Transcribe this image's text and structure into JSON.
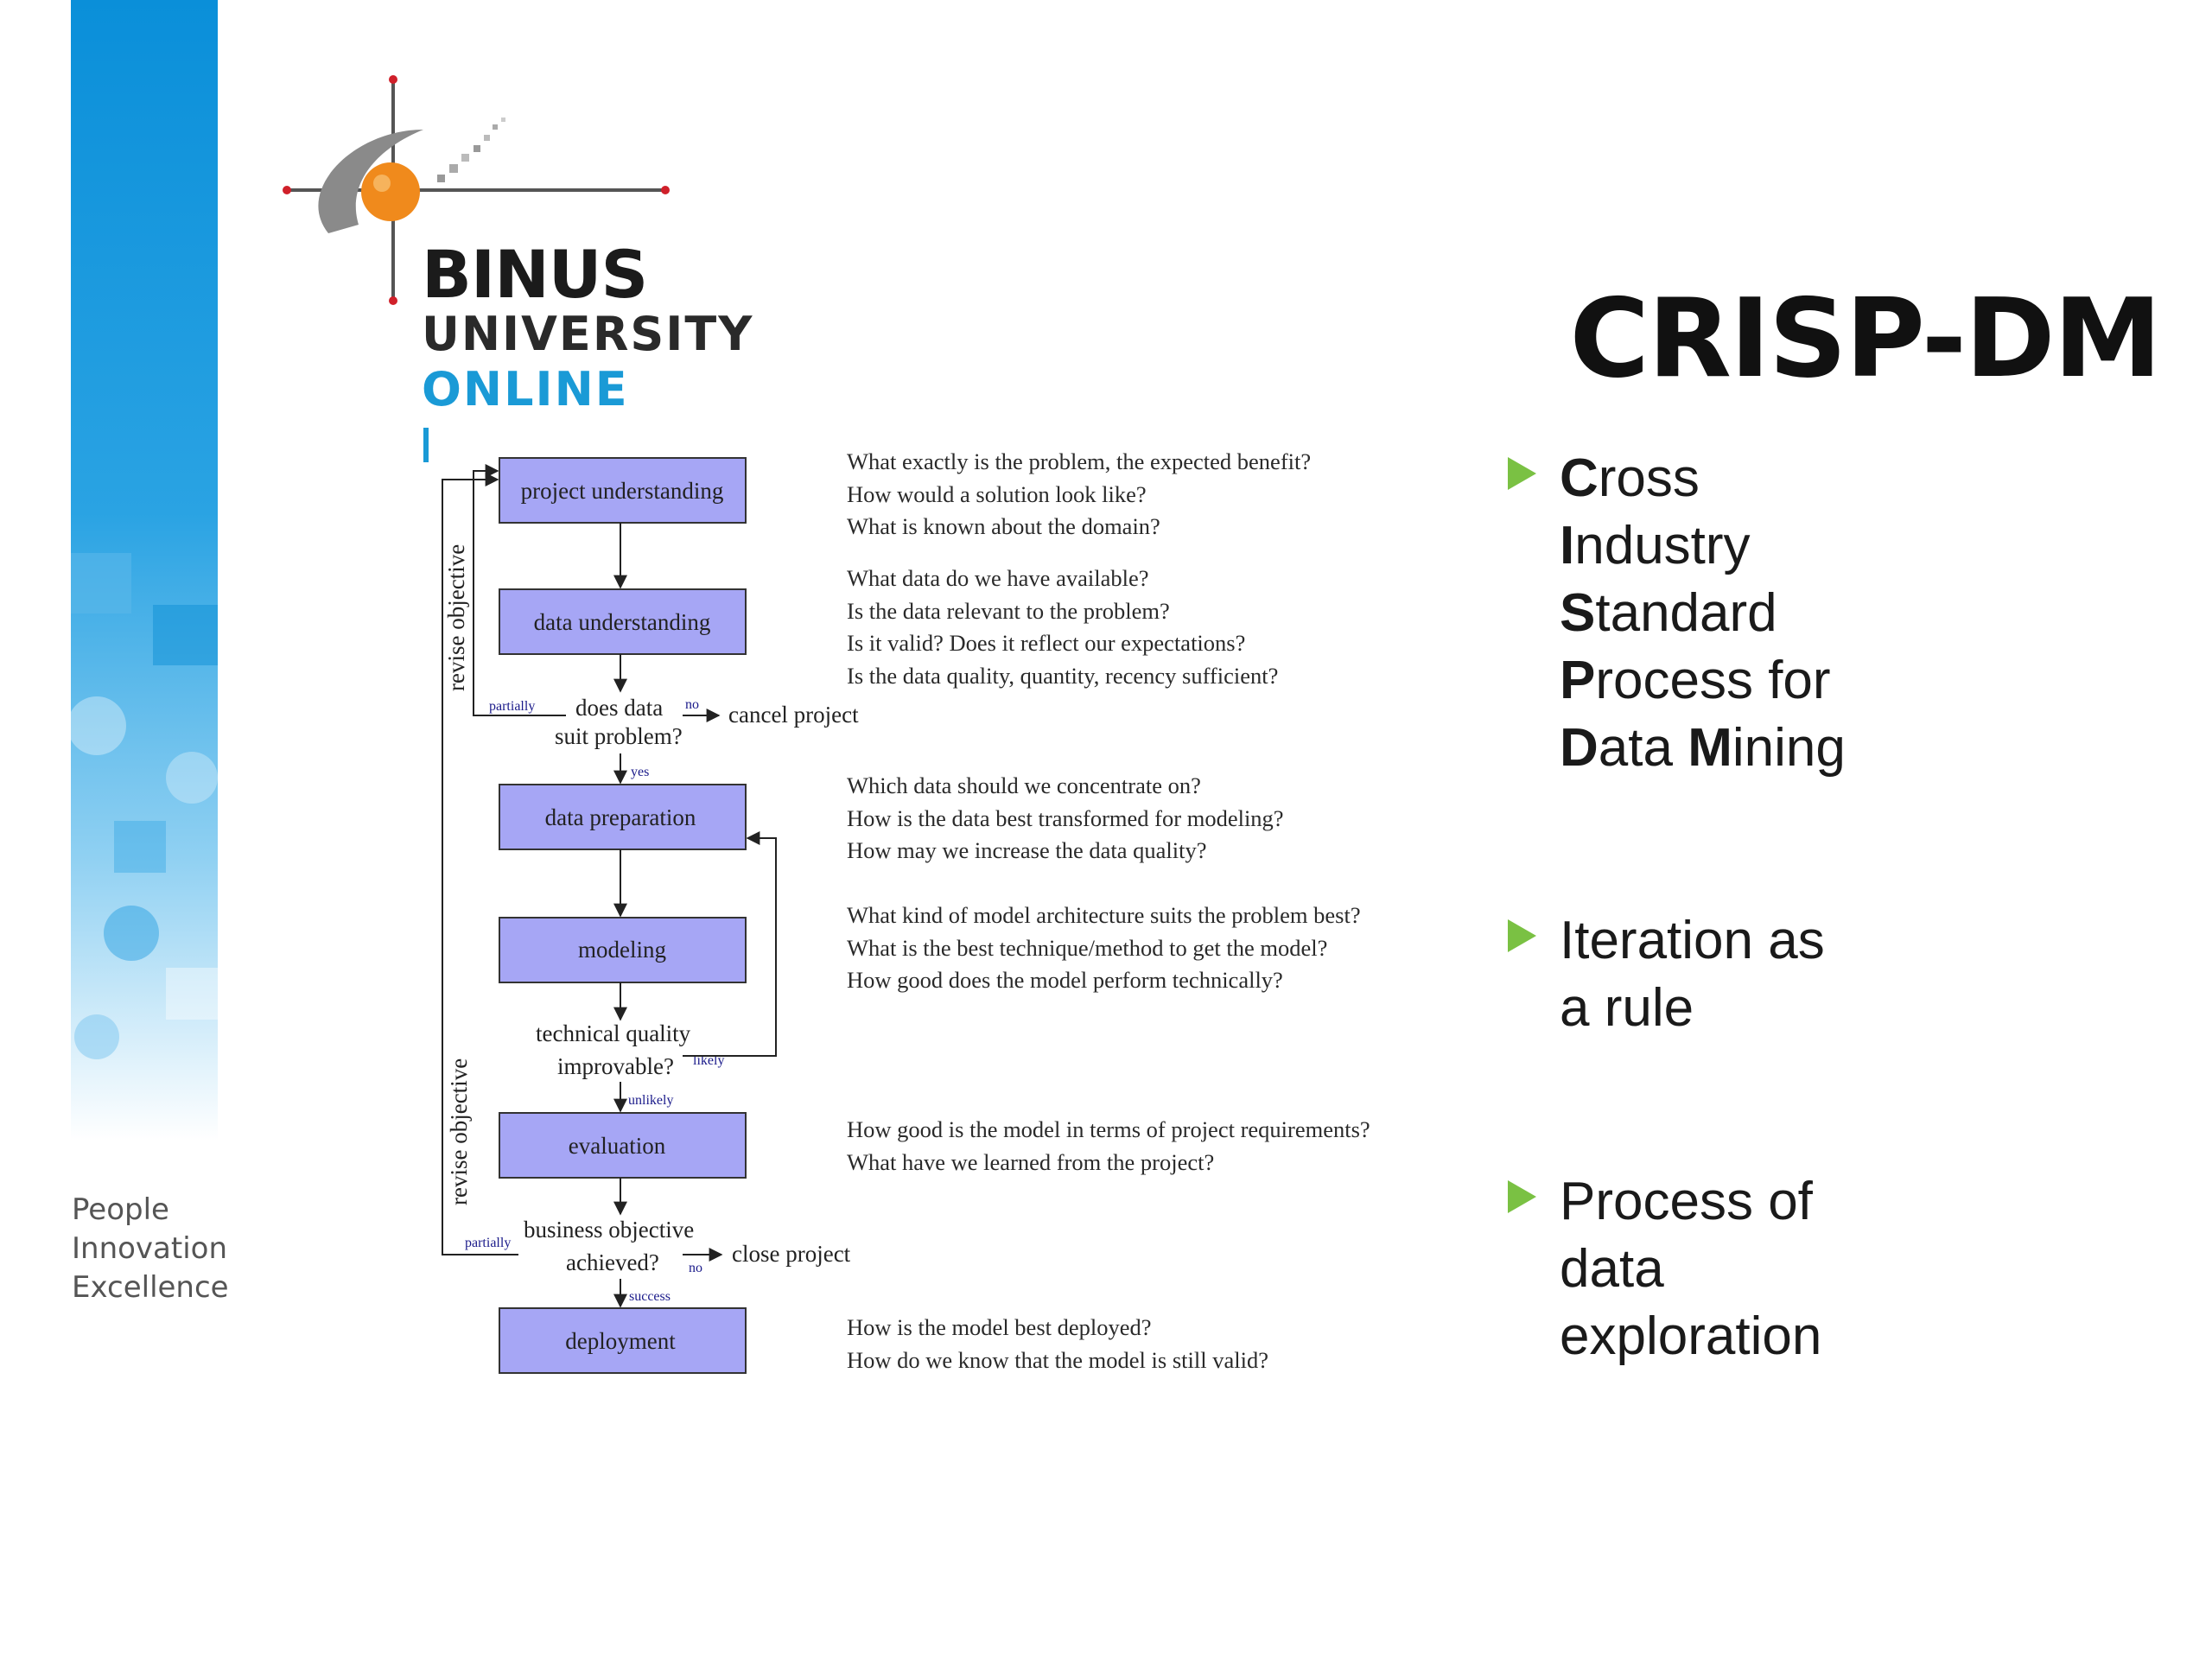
{
  "logo": {
    "line1": "BINUS",
    "line2": "UNIVERSITY",
    "line3": "ONLINE"
  },
  "tagline": [
    "People",
    "Innovation",
    "Excellence"
  ],
  "title": "CRISP-DM",
  "bullets": [
    {
      "lines": [
        [
          "C",
          "ross"
        ],
        [
          "I",
          "ndustry"
        ],
        [
          "S",
          "tandard"
        ],
        [
          "P",
          "rocess for"
        ],
        [
          "D",
          "ata ",
          "M",
          "ining"
        ]
      ]
    },
    {
      "text": [
        "Iteration as",
        "a rule"
      ]
    },
    {
      "text": [
        "Process of",
        "data",
        "exploration"
      ]
    }
  ],
  "diagram": {
    "boxes": {
      "project_understanding": "project understanding",
      "data_understanding": "data understanding",
      "data_preparation": "data preparation",
      "modeling": "modeling",
      "evaluation": "evaluation",
      "deployment": "deployment"
    },
    "decisions": {
      "data_suit_line1": "does data",
      "data_suit_line2": "suit problem?",
      "tech_quality_line1": "technical quality",
      "tech_quality_line2": "improvable?",
      "business_line1": "business objective",
      "business_line2": "achieved?"
    },
    "outcomes": {
      "cancel_project": "cancel project",
      "close_project": "close project",
      "revise_objective_top": "revise objective",
      "revise_objective_bottom": "revise objective"
    },
    "edge_labels": {
      "partially_1": "partially",
      "no_1": "no",
      "yes": "yes",
      "likely": "likely",
      "unlikely": "unlikely",
      "partially_2": "partially",
      "no_2": "no",
      "success": "success"
    }
  },
  "questions": {
    "project_understanding": [
      "What exactly is the problem, the expected benefit?",
      "How would a solution look like?",
      "What is known about the domain?"
    ],
    "data_understanding": [
      "What data do we have available?",
      "Is the data relevant to the problem?",
      "Is it valid? Does it reflect our expectations?",
      "Is the data quality, quantity, recency sufficient?"
    ],
    "data_preparation": [
      "Which data should we concentrate on?",
      "How is the data best transformed for modeling?",
      "How may we increase the data quality?"
    ],
    "modeling": [
      "What kind of model architecture suits the problem best?",
      "What is the best technique/method to get the model?",
      "How good does the model perform technically?"
    ],
    "evaluation": [
      "How good is the model in terms of project requirements?",
      "What have we learned from the project?"
    ],
    "deployment": [
      "How is the model best deployed?",
      "How do we know that the model is still valid?"
    ]
  },
  "colors": {
    "box_fill": "#a6a6f5",
    "accent_blue": "#1a9ad6",
    "bullet_green": "#7ac143",
    "logo_orange": "#f08a1c"
  }
}
